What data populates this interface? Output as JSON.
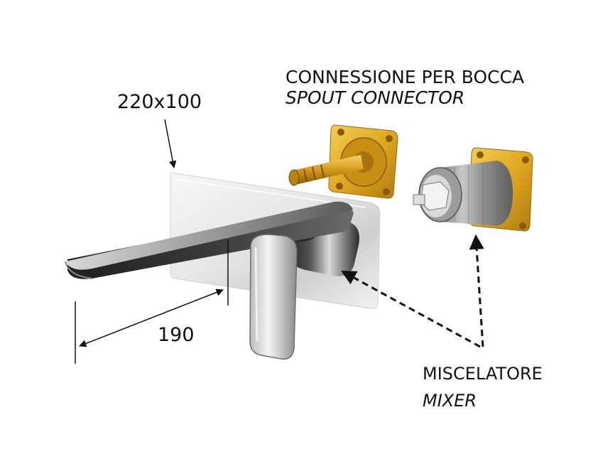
{
  "labels": {
    "plate_dimension": "220x100",
    "spout_connector_it": "CONNESSIONE PER BOCCA",
    "spout_connector_en": "SPOUT CONNECTOR",
    "spout_dimension": "190",
    "mixer_it": "MISCELATORE",
    "mixer_en": "MIXER"
  },
  "colors": {
    "chrome_dark": "#3a3a3a",
    "chrome_light": "#f2f2f2",
    "brass": "#e0a820",
    "cartridge_silver": "#9a9a9a",
    "arrow": "#111111"
  }
}
